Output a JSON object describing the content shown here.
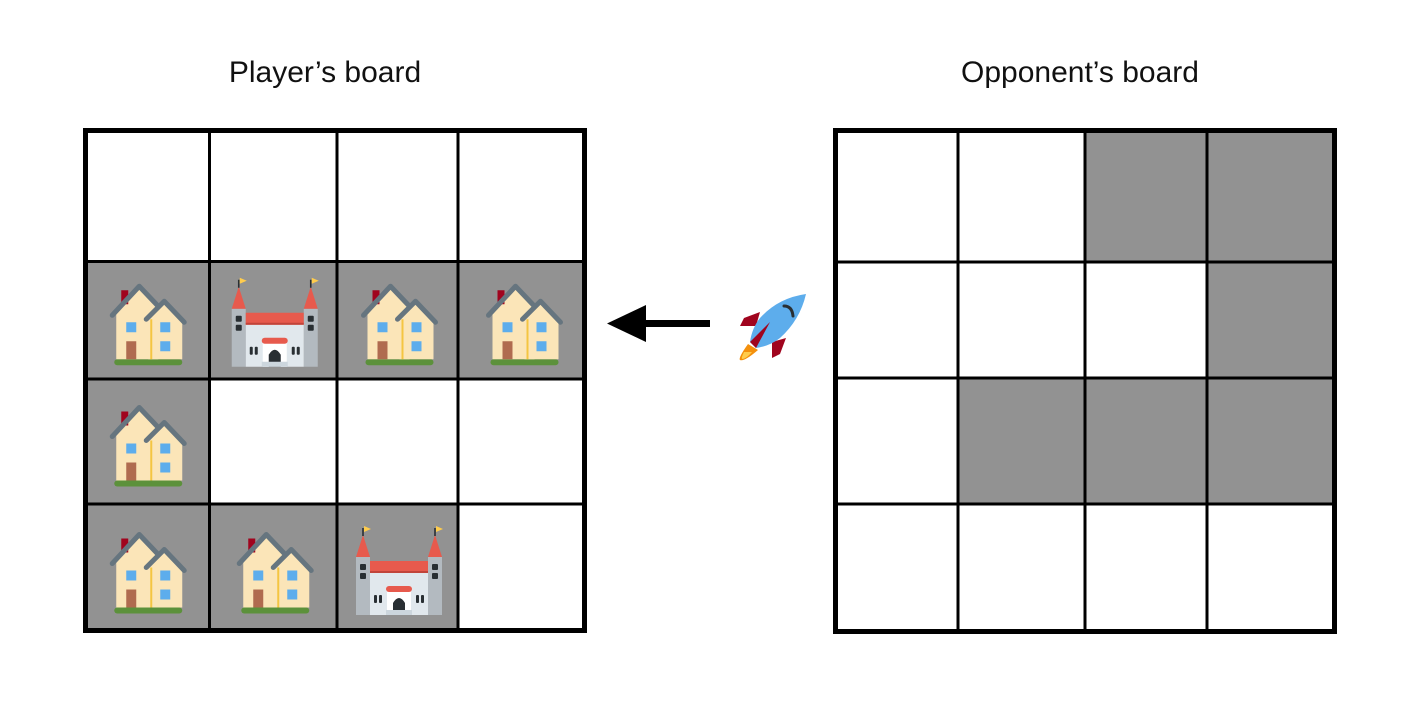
{
  "boards": [
    {
      "id": "player",
      "title": "Player’s board",
      "rows": [
        [
          "empty",
          "empty",
          "empty",
          "empty"
        ],
        [
          "house",
          "castle",
          "house",
          "house"
        ],
        [
          "house",
          "empty",
          "empty",
          "empty"
        ],
        [
          "house",
          "house",
          "castle",
          "empty"
        ]
      ],
      "shaded": [
        [
          0,
          0,
          0,
          0
        ],
        [
          1,
          1,
          1,
          1
        ],
        [
          1,
          0,
          0,
          0
        ],
        [
          1,
          1,
          1,
          0
        ]
      ]
    },
    {
      "id": "opponent",
      "title": "Opponent’s board",
      "rows": [
        [
          "empty",
          "empty",
          "empty",
          "empty"
        ],
        [
          "empty",
          "empty",
          "empty",
          "empty"
        ],
        [
          "empty",
          "empty",
          "empty",
          "empty"
        ],
        [
          "empty",
          "empty",
          "empty",
          "empty"
        ]
      ],
      "shaded": [
        [
          0,
          0,
          1,
          1
        ],
        [
          0,
          0,
          0,
          1
        ],
        [
          0,
          1,
          1,
          1
        ],
        [
          0,
          0,
          0,
          0
        ]
      ]
    }
  ],
  "attack": {
    "icon": "rocket-icon",
    "arrow": "arrow-left-icon",
    "direction": "opponent-to-player"
  },
  "colors": {
    "shaded_cell": "#929292",
    "empty_cell": "#ffffff",
    "grid_line": "#000000",
    "house_wall": "#fbe5b8",
    "house_roof": "#66757f",
    "house_window": "#5dadec",
    "house_door": "#b06b4f",
    "house_chimney": "#a0041e",
    "house_grass": "#5c913b",
    "castle_wall": "#ccd6dd",
    "castle_tower": "#b3bac0",
    "castle_roof": "#e75a4d",
    "castle_flag": "#ffcc4d",
    "castle_door": "#292f33",
    "rocket_body": "#5dadec",
    "rocket_fin": "#a0041e",
    "rocket_flame": "#f4900c"
  }
}
